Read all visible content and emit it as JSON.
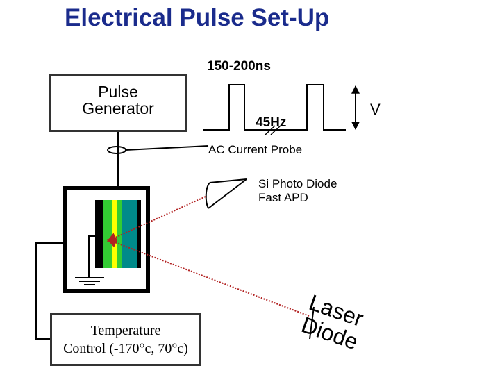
{
  "title": "Electrical Pulse Set-Up",
  "pulse_width": "150-200ns",
  "pulse_generator": [
    "Pulse",
    "Generator"
  ],
  "frequency": "45Hz",
  "voltage": "V",
  "current_probe": "AC Current Probe",
  "photo_diode": [
    "Si Photo Diode",
    "Fast APD"
  ],
  "temperature_control": [
    "Temperature",
    "Control (-170°c, 70°c)"
  ],
  "laser_diode": [
    "Laser",
    "Diode"
  ],
  "colors": {
    "title": "#1a2b8c",
    "sample_stripes": [
      "#000000",
      "#33cc33",
      "#ffff00",
      "#33cc33",
      "#008a8a",
      "#000000"
    ],
    "laser_path": "#b22222"
  }
}
